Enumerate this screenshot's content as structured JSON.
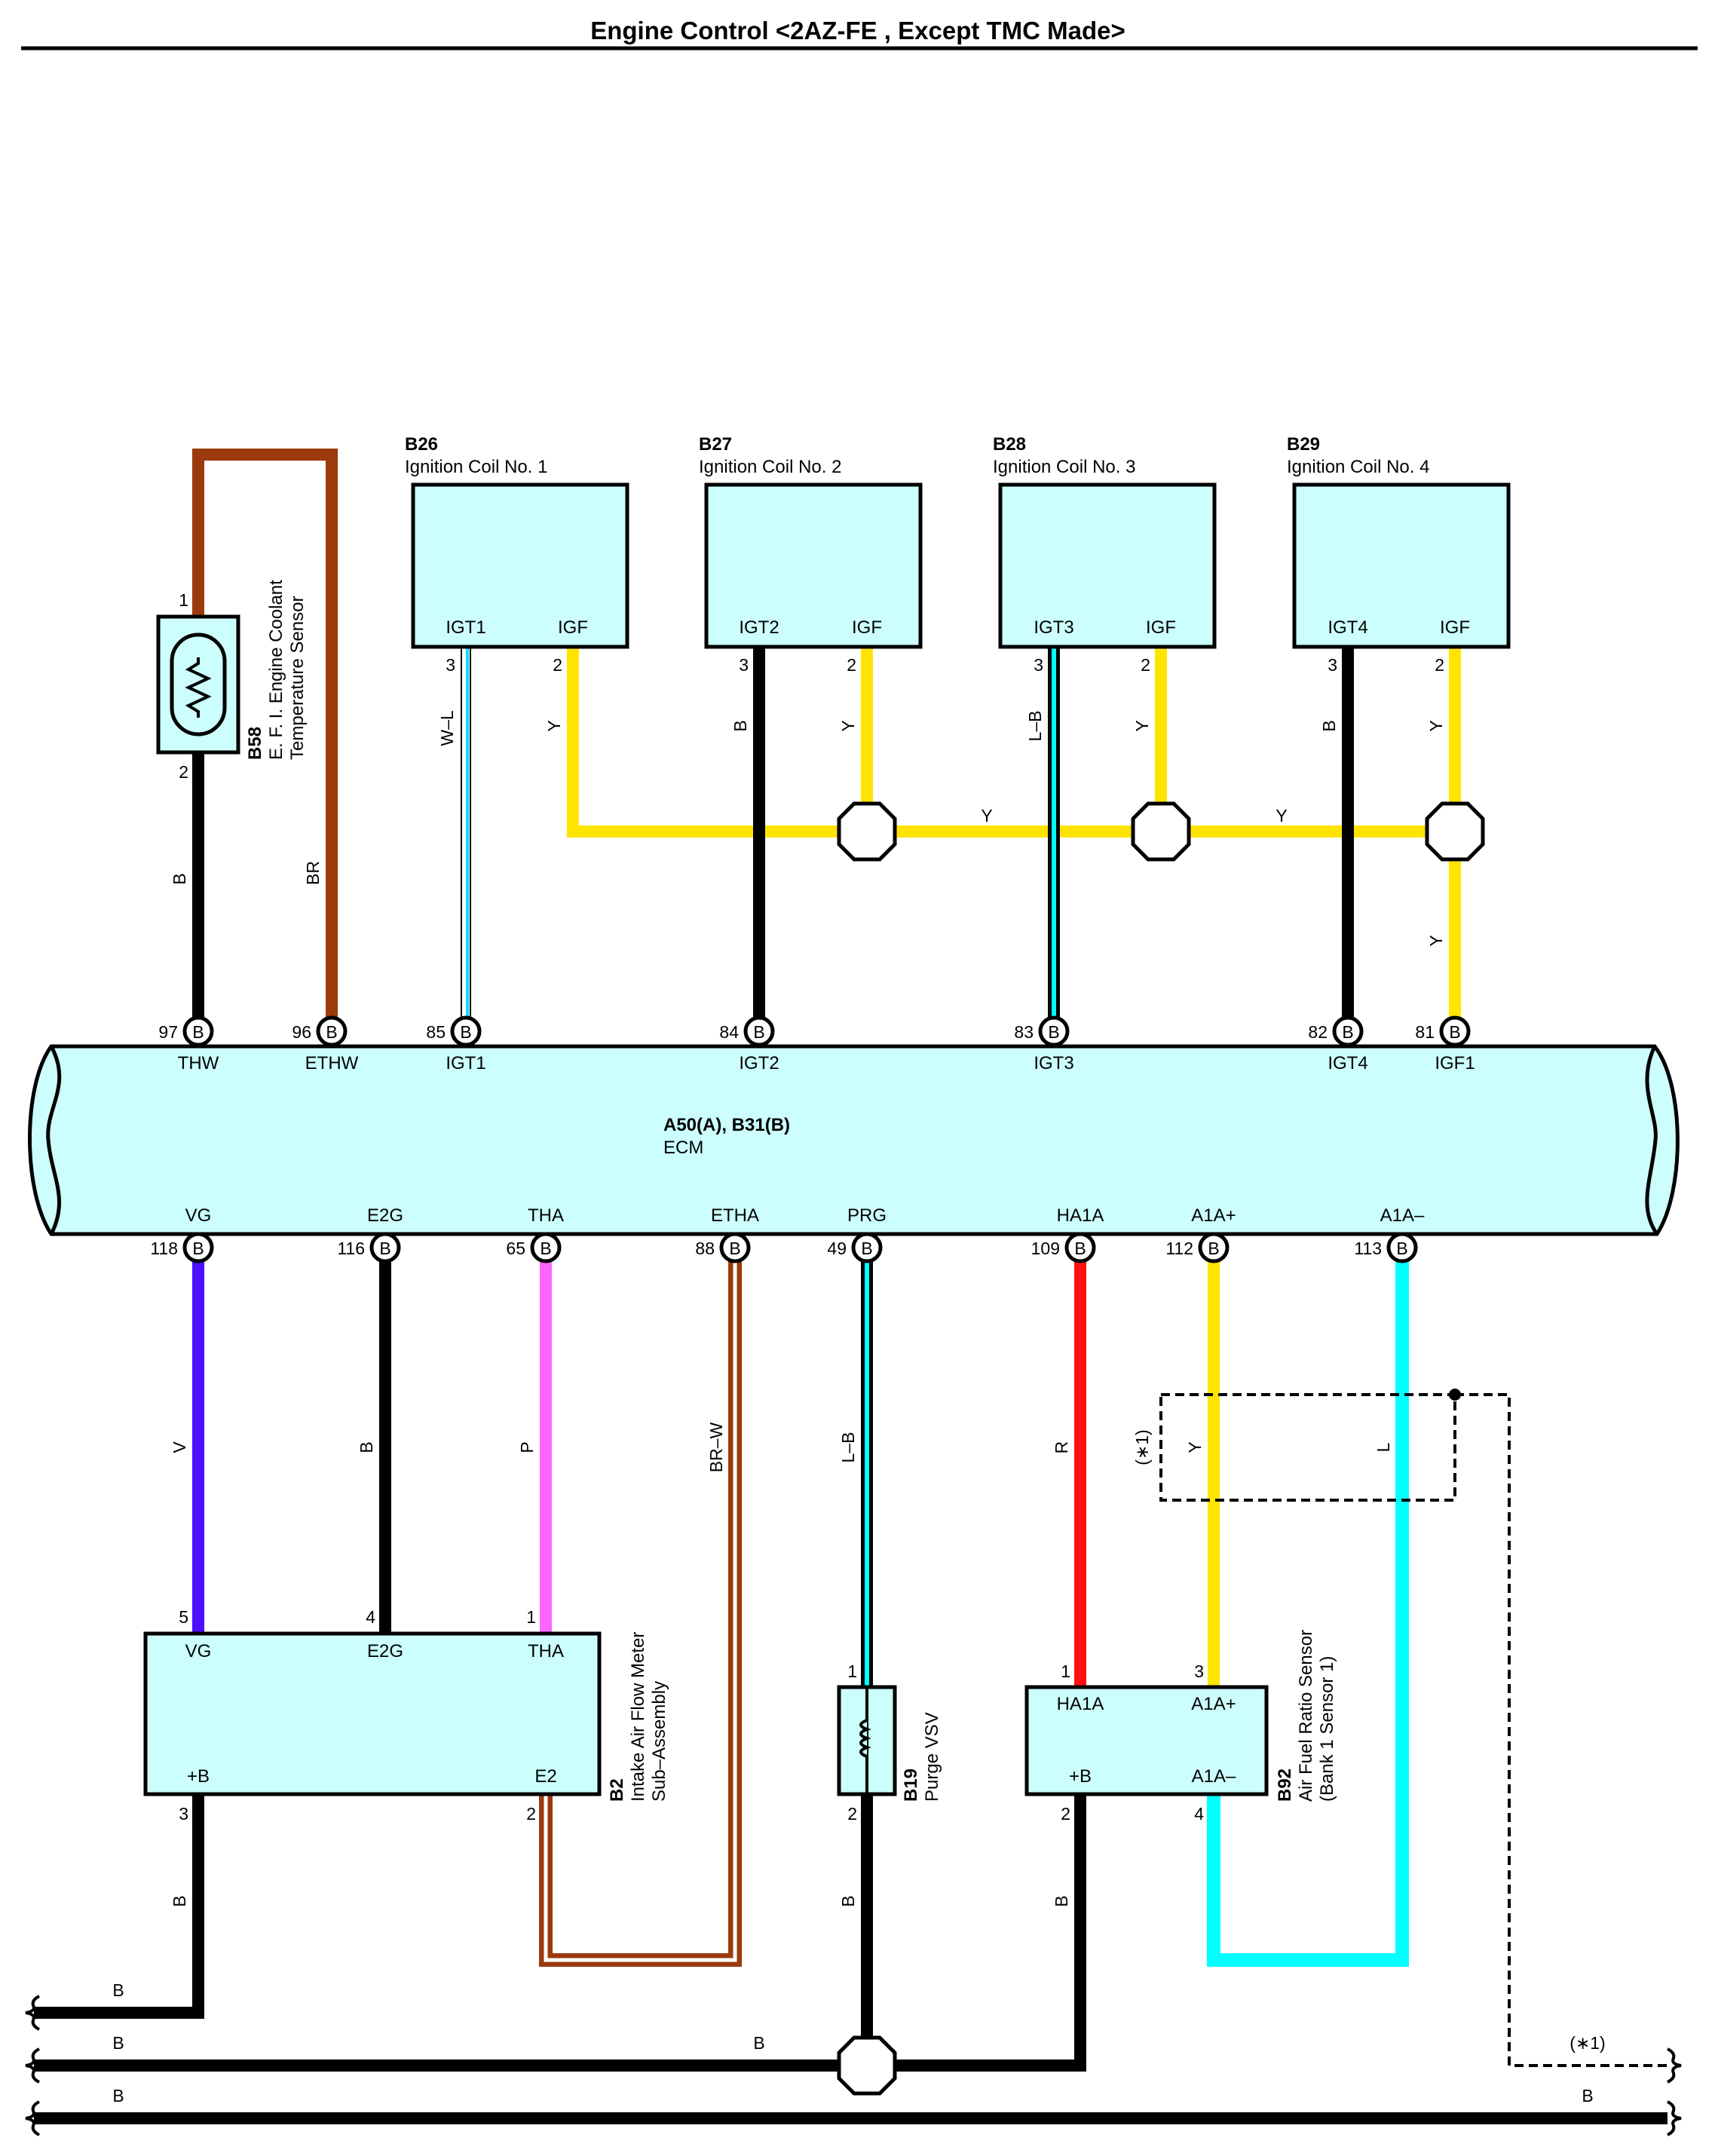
{
  "title": "Engine Control <2AZ-FE , Except TMC Made>",
  "colors": {
    "component_fill": "#ccfefe",
    "Y": "#ffe400",
    "B": "#000000",
    "BR": "#9b3a0c",
    "V": "#4a10ff",
    "P": "#ff66ff",
    "R": "#ff1010",
    "L": "#00ffff"
  },
  "components": {
    "b58": {
      "code": "B58",
      "name_line1": "E. F. I.  Engine Coolant",
      "name_line2": "Temperature Sensor",
      "pin_top": "1",
      "pin_bottom": "2"
    },
    "b26": {
      "code": "B26",
      "name": "Ignition Coil No. 1",
      "term_left": "IGT1",
      "term_right": "IGF",
      "pin_left": "3",
      "pin_right": "2"
    },
    "b27": {
      "code": "B27",
      "name": "Ignition Coil No. 2",
      "term_left": "IGT2",
      "term_right": "IGF",
      "pin_left": "3",
      "pin_right": "2"
    },
    "b28": {
      "code": "B28",
      "name": "Ignition Coil No. 3",
      "term_left": "IGT3",
      "term_right": "IGF",
      "pin_left": "3",
      "pin_right": "2"
    },
    "b29": {
      "code": "B29",
      "name": "Ignition Coil No. 4",
      "term_left": "IGT4",
      "term_right": "IGF",
      "pin_left": "3",
      "pin_right": "2"
    },
    "ecm": {
      "code": "A50(A), B31(B)",
      "name": "ECM"
    },
    "b2": {
      "code": "B2",
      "name_line1": "Intake Air Flow Meter",
      "name_line2": "Sub–Assembly",
      "t_vg": "VG",
      "t_e2g": "E2G",
      "t_tha": "THA",
      "t_b": "+B",
      "t_e2": "E2",
      "p_vg": "5",
      "p_e2g": "4",
      "p_tha": "1",
      "p_b": "3",
      "p_e2": "2"
    },
    "b19": {
      "code": "B19",
      "name": "Purge VSV",
      "pin_top": "1",
      "pin_bottom": "2"
    },
    "b92": {
      "code": "B92",
      "name_line1": "Air Fuel Ratio Sensor",
      "name_line2": "(Bank 1 Sensor 1)",
      "t_ha1a": "HA1A",
      "t_a1ap": "A1A+",
      "t_b": "+B",
      "t_a1am": "A1A–",
      "p_ha1a": "1",
      "p_a1ap": "3",
      "p_b": "2",
      "p_a1am": "4"
    }
  },
  "ecm_top_pins": [
    {
      "num": "97",
      "conn": "B",
      "name": "THW"
    },
    {
      "num": "96",
      "conn": "B",
      "name": "ETHW"
    },
    {
      "num": "85",
      "conn": "B",
      "name": "IGT1"
    },
    {
      "num": "84",
      "conn": "B",
      "name": "IGT2"
    },
    {
      "num": "83",
      "conn": "B",
      "name": "IGT3"
    },
    {
      "num": "82",
      "conn": "B",
      "name": "IGT4"
    },
    {
      "num": "81",
      "conn": "B",
      "name": "IGF1"
    }
  ],
  "ecm_bottom_pins": [
    {
      "num": "118",
      "conn": "B",
      "name": "VG"
    },
    {
      "num": "116",
      "conn": "B",
      "name": "E2G"
    },
    {
      "num": "65",
      "conn": "B",
      "name": "THA"
    },
    {
      "num": "88",
      "conn": "B",
      "name": "ETHA"
    },
    {
      "num": "49",
      "conn": "B",
      "name": "PRG"
    },
    {
      "num": "109",
      "conn": "B",
      "name": "HA1A"
    },
    {
      "num": "112",
      "conn": "B",
      "name": "A1A+"
    },
    {
      "num": "113",
      "conn": "B",
      "name": "A1A–"
    }
  ],
  "wire_labels": {
    "thw": "B",
    "ethw": "BR",
    "igt1": "W–L",
    "igf_b26": "Y",
    "igt2": "B",
    "igf_b27": "Y",
    "igt3": "L–B",
    "igf_b28": "Y",
    "igt4": "B",
    "igf_b29": "Y",
    "bus_y1": "Y",
    "bus_y2": "Y",
    "igf1": "Y",
    "vg": "V",
    "e2g": "B",
    "tha": "P",
    "etha": "BR–W",
    "prg": "L–B",
    "ha1a": "R",
    "a1ap": "Y",
    "a1am": "L",
    "b2_gnd": "B",
    "b19_gnd": "B",
    "b92_gnd": "B",
    "ground1": "B",
    "ground2a": "B",
    "ground2b": "B",
    "ground3a": "B",
    "ground3b": "B"
  },
  "notes": {
    "shield_note": "(∗1)",
    "ground_note": "(∗1)"
  }
}
